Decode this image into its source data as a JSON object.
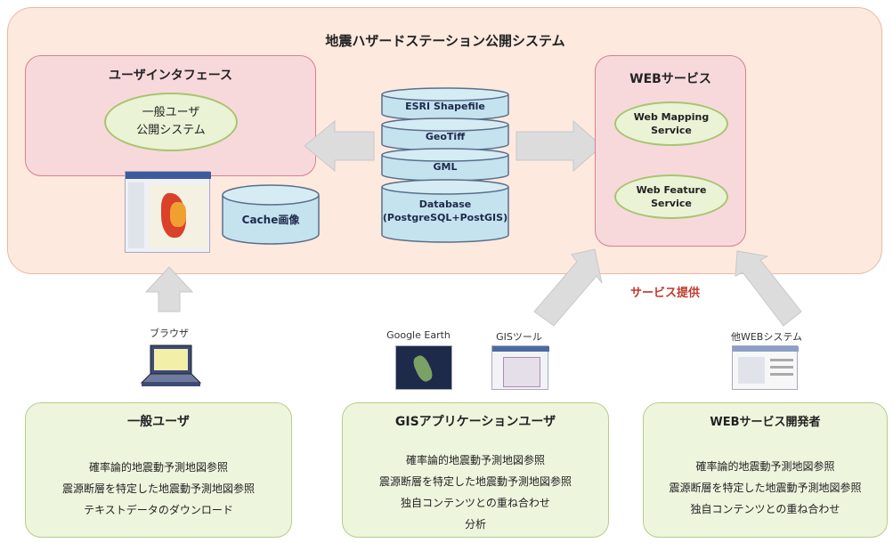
{
  "system_title": "地震ハザードステーション公開システム",
  "user_interface": {
    "title": "ユーザインタフェース",
    "oval_line1": "一般ユーザ",
    "oval_line2": "公開システム",
    "cache_label": "Cache画像"
  },
  "data_stack": {
    "items": [
      "ESRI Shapefile",
      "GeoTiff",
      "GML"
    ],
    "database_line1": "Database",
    "database_line2": "(PostgreSQL+PostGIS)"
  },
  "web_services": {
    "title": "WEBサービス",
    "service1_line1": "Web Mapping",
    "service1_line2": "Service",
    "service2_line1": "Web Feature",
    "service2_line2": "Service"
  },
  "service_provision": "サービス提供",
  "tools": {
    "browser": "ブラウザ",
    "google_earth": "Google Earth",
    "gis_tool": "GISツール",
    "other_web": "他WEBシステム"
  },
  "user_boxes": {
    "general": {
      "title": "一般ユーザ",
      "lines": [
        "確率論的地震動予測地図参照",
        "震源断層を特定した地震動予測地図参照",
        "テキストデータのダウンロード"
      ]
    },
    "gis_app": {
      "title": "GISアプリケーションユーザ",
      "lines": [
        "確率論的地震動予測地図参照",
        "震源断層を特定した地震動予測地図参照",
        "独自コンテンツとの重ね合わせ",
        "分析"
      ]
    },
    "web_dev": {
      "title": "WEBサービス開発者",
      "lines": [
        "確率論的地震動予測地図参照",
        "震源断層を特定した地震動予測地図参照",
        "独自コンテンツとの重ね合わせ"
      ]
    }
  },
  "colors": {
    "system_fill": "#fde9de",
    "interface_fill": "#f7d9dc",
    "service_green": "#eaf3d6",
    "cylinder_fill": "#c5e2ef",
    "accent_red": "#c0392b",
    "arrow_gray": "#d9d9d9"
  }
}
